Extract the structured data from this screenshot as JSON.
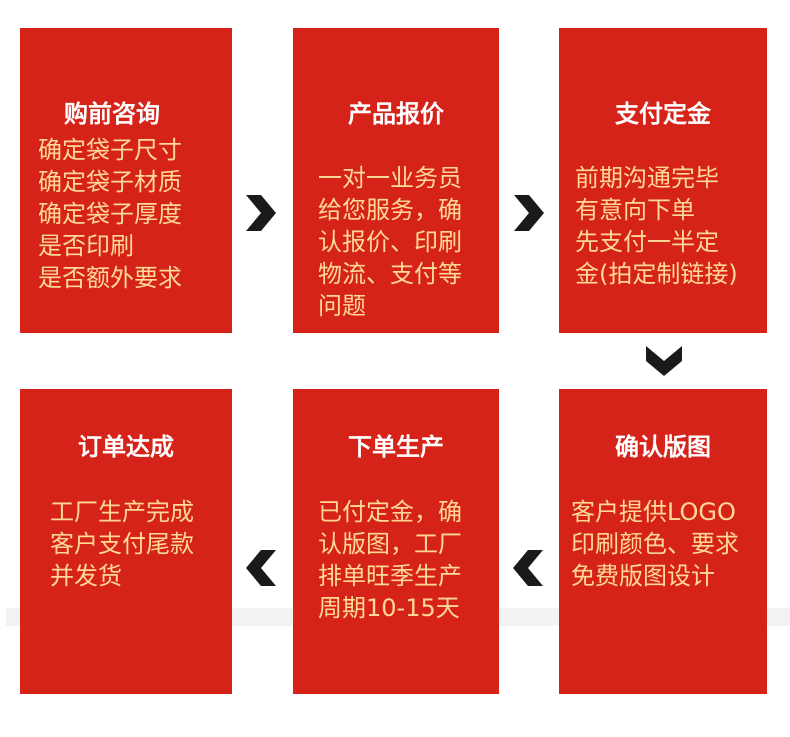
{
  "steps": [
    {
      "title": "购前咨询",
      "lines": [
        "确定袋子尺寸",
        "确定袋子材质",
        "确定袋子厚度",
        "是否印刷",
        "是否额外要求"
      ]
    },
    {
      "title": "产品报价",
      "lines": [
        "一对一业务员",
        "给您服务，确",
        "认报价、印刷",
        "物流、支付等",
        "问题"
      ]
    },
    {
      "title": "支付定金",
      "lines": [
        "前期沟通完毕",
        "有意向下单",
        "先支付一半定",
        "金(拍定制链接)"
      ]
    },
    {
      "title": "确认版图",
      "lines": [
        "客户提供LOGO",
        "印刷颜色、要求",
        "免费版图设计"
      ]
    },
    {
      "title": "下单生产",
      "lines": [
        "已付定金，确",
        "认版图，工厂",
        "排单旺季生产",
        "周期10-15天"
      ]
    },
    {
      "title": "订单达成",
      "lines": [
        "工厂生产完成",
        "客户支付尾款",
        "并发货"
      ]
    }
  ],
  "arrows": [
    "chevron-right-icon",
    "chevron-right-icon",
    "chevron-down-icon",
    "chevron-left-icon",
    "chevron-left-icon"
  ],
  "colors": {
    "card_bg": "#d6231a",
    "title_text": "#ffffff",
    "body_text": "#ffd993",
    "arrow": "#1a1a1a"
  }
}
